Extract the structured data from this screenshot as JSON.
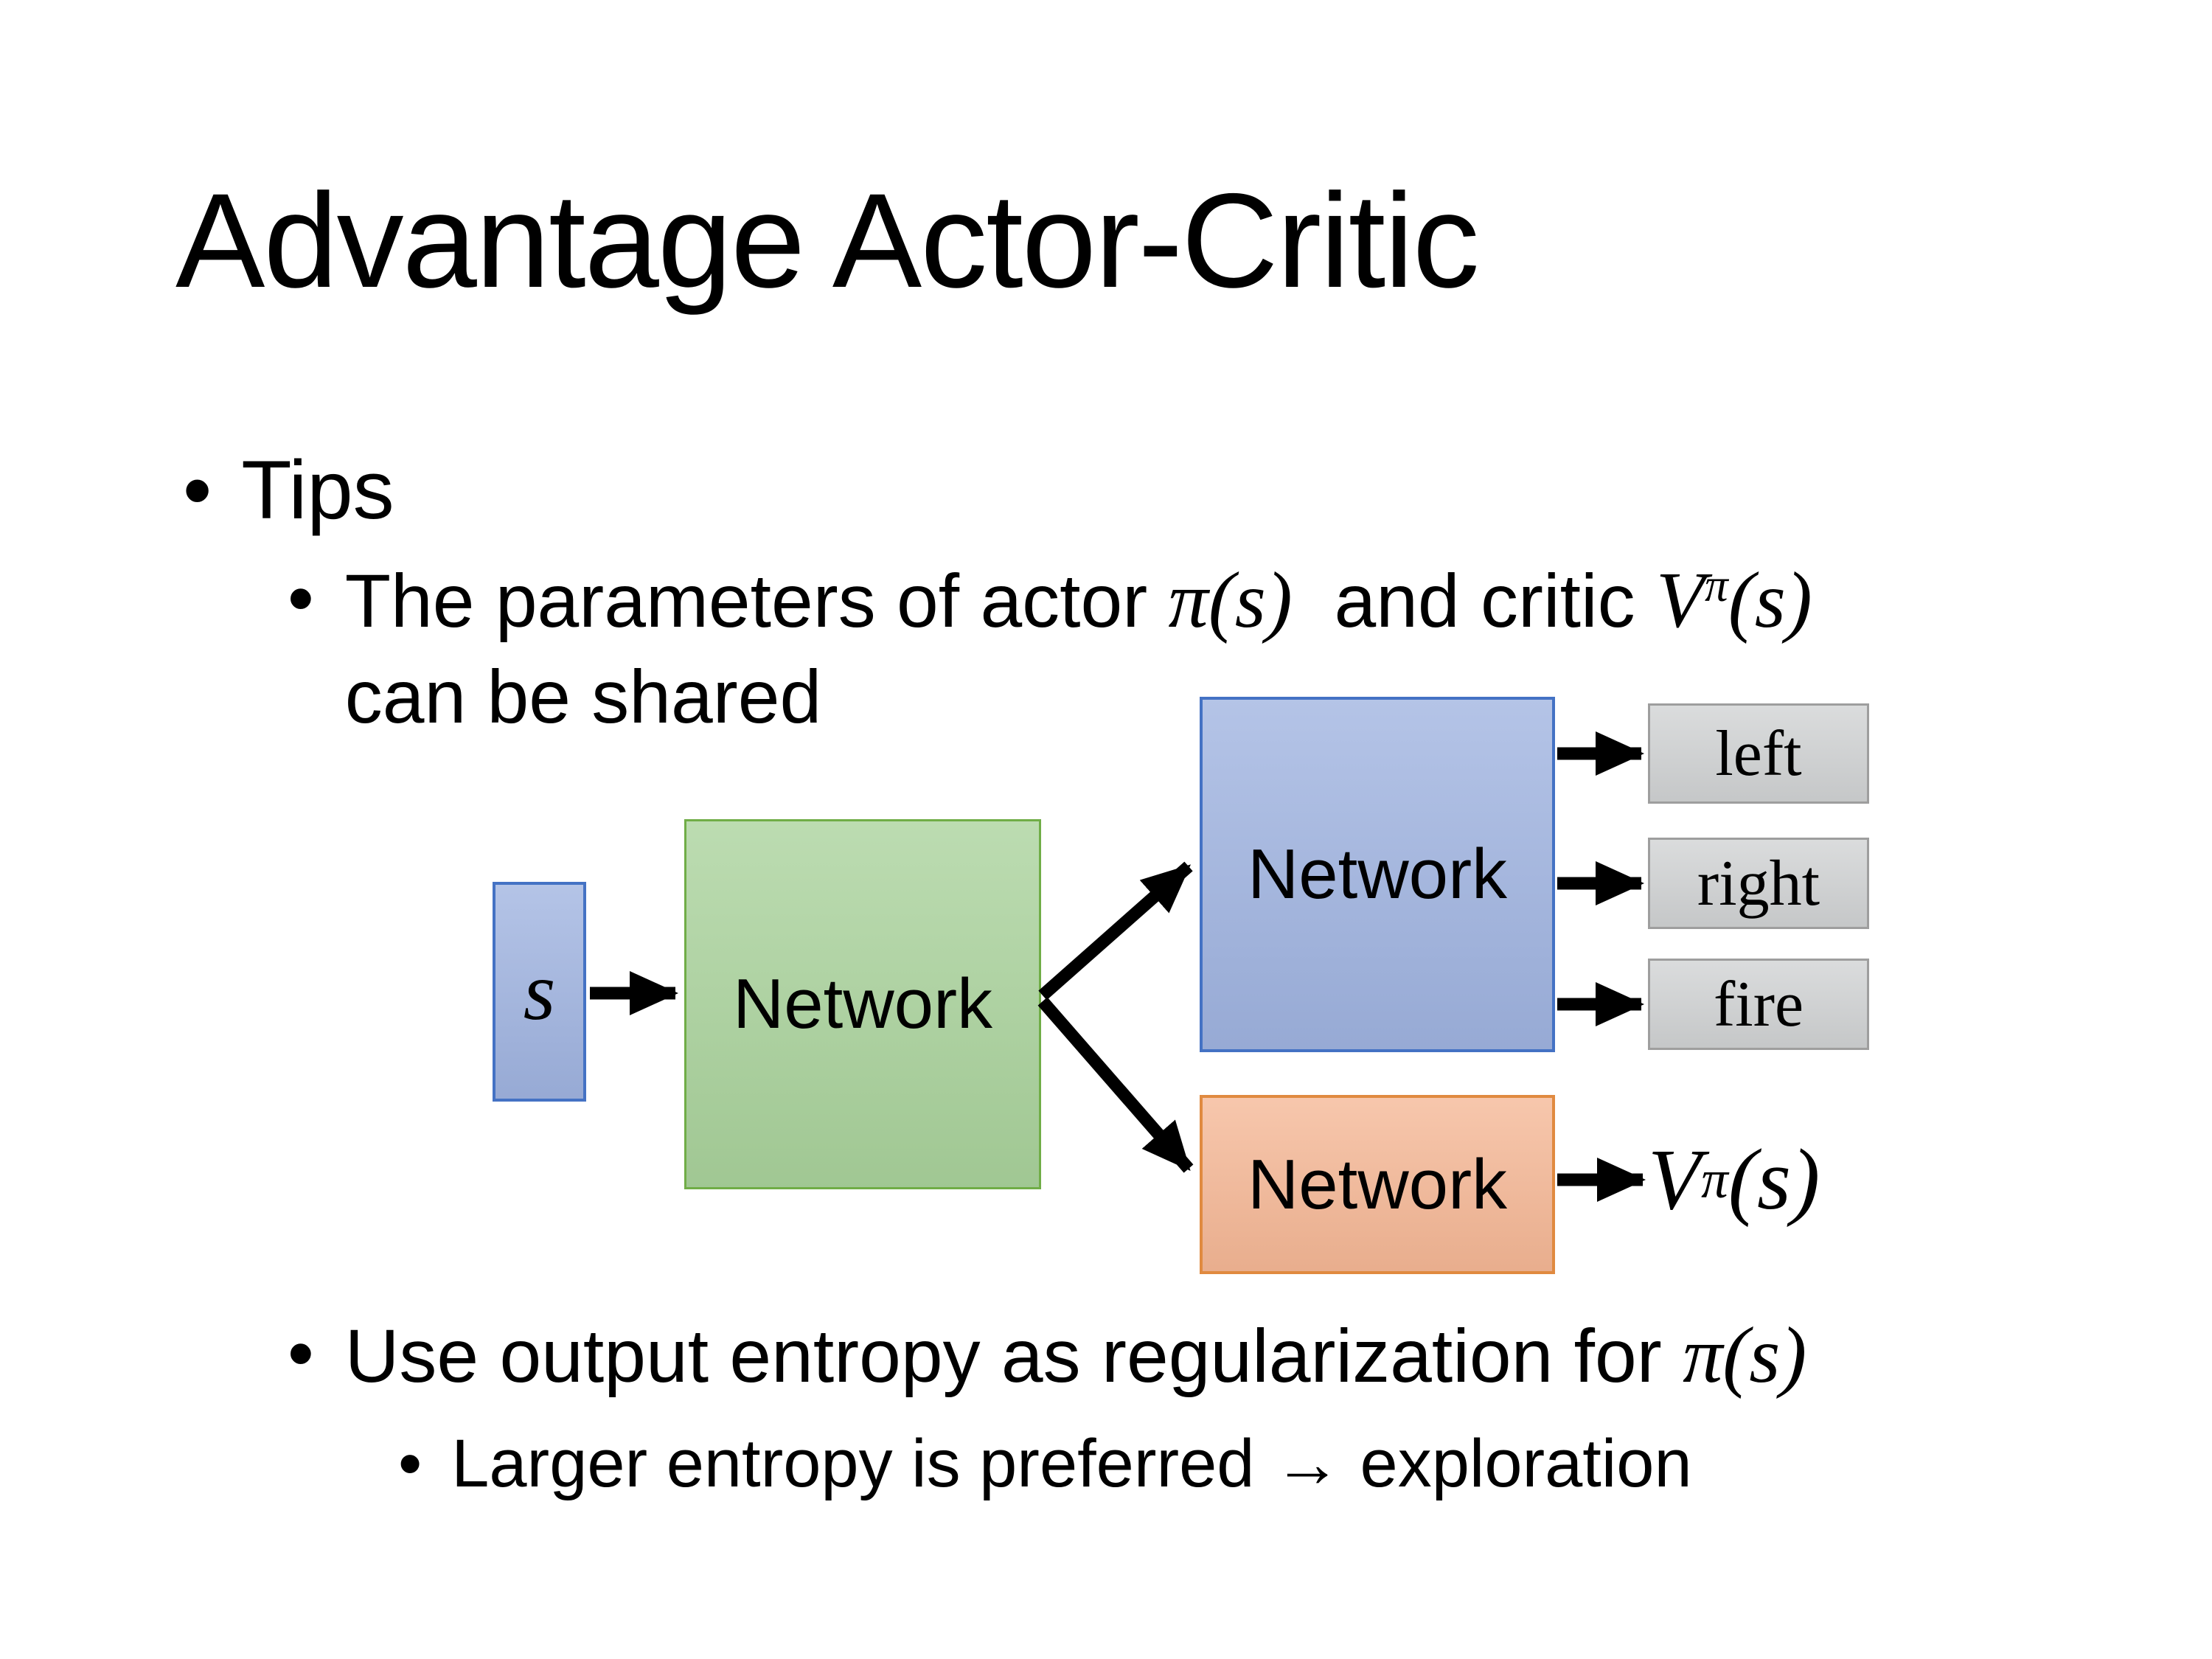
{
  "slide": {
    "title": "Advantage Actor-Critic",
    "bullet_char": "•",
    "bullets": {
      "tips": "Tips",
      "param": {
        "text1": "The parameters of actor ",
        "math_pi": "π(s)",
        "text2": "  and critic ",
        "v_base": "V",
        "v_sup": "π",
        "v_arg": "(s)",
        "line2": "can be shared"
      },
      "entropy": {
        "text1": "Use output entropy as regularization for ",
        "math_pi": "π(s)"
      },
      "larger": "Larger entropy is preferred → exploration"
    },
    "diagram": {
      "input_label": "s",
      "shared_network": "Network",
      "actor_network": "Network",
      "critic_network": "Network",
      "actions": [
        "left",
        "right",
        "fire"
      ],
      "value_output": {
        "base": "V",
        "sup": "π",
        "arg": "(s)"
      },
      "colors": {
        "input_fill": "#9FB3E0",
        "input_border": "#4472C4",
        "shared_fill": "#A9D29B",
        "shared_border": "#70AD47",
        "actor_fill": "#9FB3E0",
        "actor_border": "#4472C4",
        "critic_fill": "#F5B795",
        "critic_border": "#E08A40",
        "action_fill": "#D0D2D3",
        "action_border": "#9E9E9E",
        "arrow": "#000000"
      }
    }
  }
}
